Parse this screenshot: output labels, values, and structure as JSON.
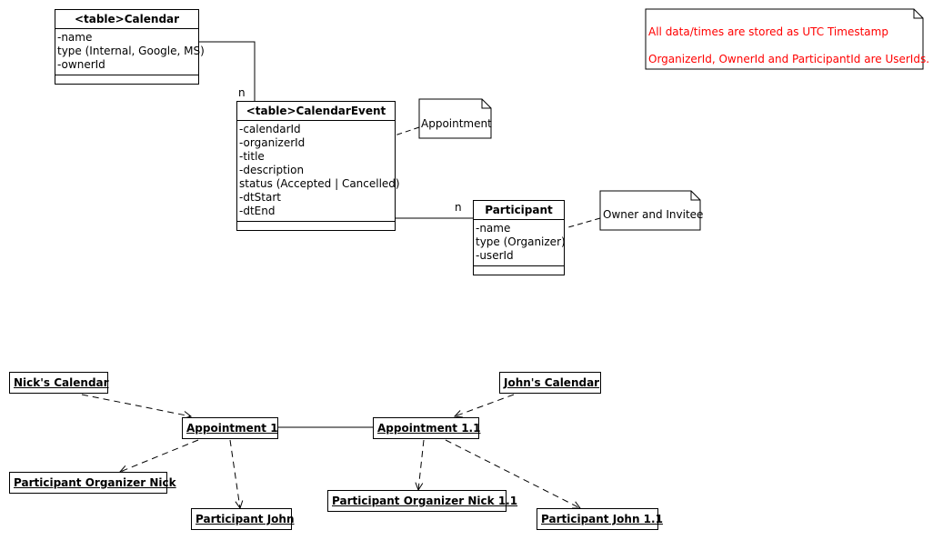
{
  "classes": {
    "calendar": {
      "title": "<table>Calendar",
      "attributes": [
        "-name",
        "type (Internal, Google, MS)",
        "-ownerId"
      ]
    },
    "calendar_event": {
      "title": "<table>CalendarEvent",
      "attributes": [
        "-calendarId",
        "-organizerId",
        "-title",
        "-description",
        "status (Accepted | Cancelled)",
        "-dtStart",
        "-dtEnd"
      ]
    },
    "participant": {
      "title": "Participant",
      "attributes": [
        "-name",
        "type (Organizer)",
        "-userId"
      ]
    }
  },
  "multiplicities": {
    "calendar_to_event": "n",
    "event_to_participant": "n"
  },
  "notes": {
    "appointment": "Appointment",
    "owner_invitee": "Owner and Invitee",
    "utc_line1": "All data/times are stored as UTC Timestamp",
    "utc_line2": "OrganizerId, OwnerId and ParticipantId are UserIds."
  },
  "objects": {
    "nicks_calendar": "Nick's Calendar",
    "johns_calendar": "John's Calendar",
    "appointment_1": "Appointment 1",
    "appointment_1_1": "Appointment 1.1",
    "participant_organizer_nick": "Participant Organizer Nick",
    "participant_john": "Participant John",
    "participant_organizer_nick_1_1": "Participant Organizer Nick 1.1",
    "participant_john_1_1": "Participant John 1.1"
  },
  "colors": {
    "line": "#000000",
    "note_text_red": "#ff0000"
  }
}
